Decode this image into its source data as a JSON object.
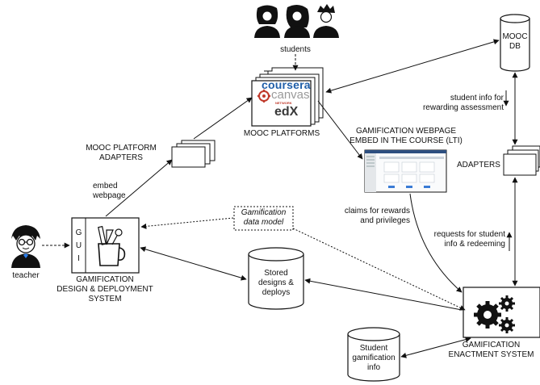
{
  "nodes": {
    "students": "students",
    "mooc_platforms": "MOOC PLATFORMS",
    "mooc_db": [
      "MOOC",
      "DB"
    ],
    "platform_adapters": [
      "MOOC PLATFORM",
      "ADAPTERS"
    ],
    "gamification_webpage": [
      "GAMIFICATION WEBPAGE",
      "EMBED IN THE COURSE (LTI)"
    ],
    "adapters": "ADAPTERS",
    "teacher": "teacher",
    "gui_letters": [
      "G",
      "U",
      "I"
    ],
    "design_system": [
      "GAMIFICATION",
      "DESIGN & DEPLOYMENT",
      "SYSTEM"
    ],
    "stored_designs": [
      "Stored",
      "designs &",
      "deploys"
    ],
    "gamification_data_model": [
      "Gamification",
      "data model"
    ],
    "enactment_system": [
      "GAMIFICATION",
      "ENACTMENT SYSTEM"
    ],
    "student_info": [
      "Student",
      "gamification",
      "info"
    ]
  },
  "logos": {
    "coursera": "coursera",
    "canvas": "canvas",
    "canvas_network": "NETWORK",
    "edx": "edX"
  },
  "edges": {
    "embed_webpage": [
      "embed",
      "webpage"
    ],
    "student_info_rewarding": [
      "student info for",
      "rewarding assessment"
    ],
    "claims_rewards": [
      "claims for rewards",
      "and privileges"
    ],
    "requests_student_info": [
      "requests for student",
      "info & redeeming"
    ]
  },
  "colors": {
    "coursera_blue": "#1f5ea8",
    "canvas_red": "#c0392b",
    "line": "#111111"
  }
}
